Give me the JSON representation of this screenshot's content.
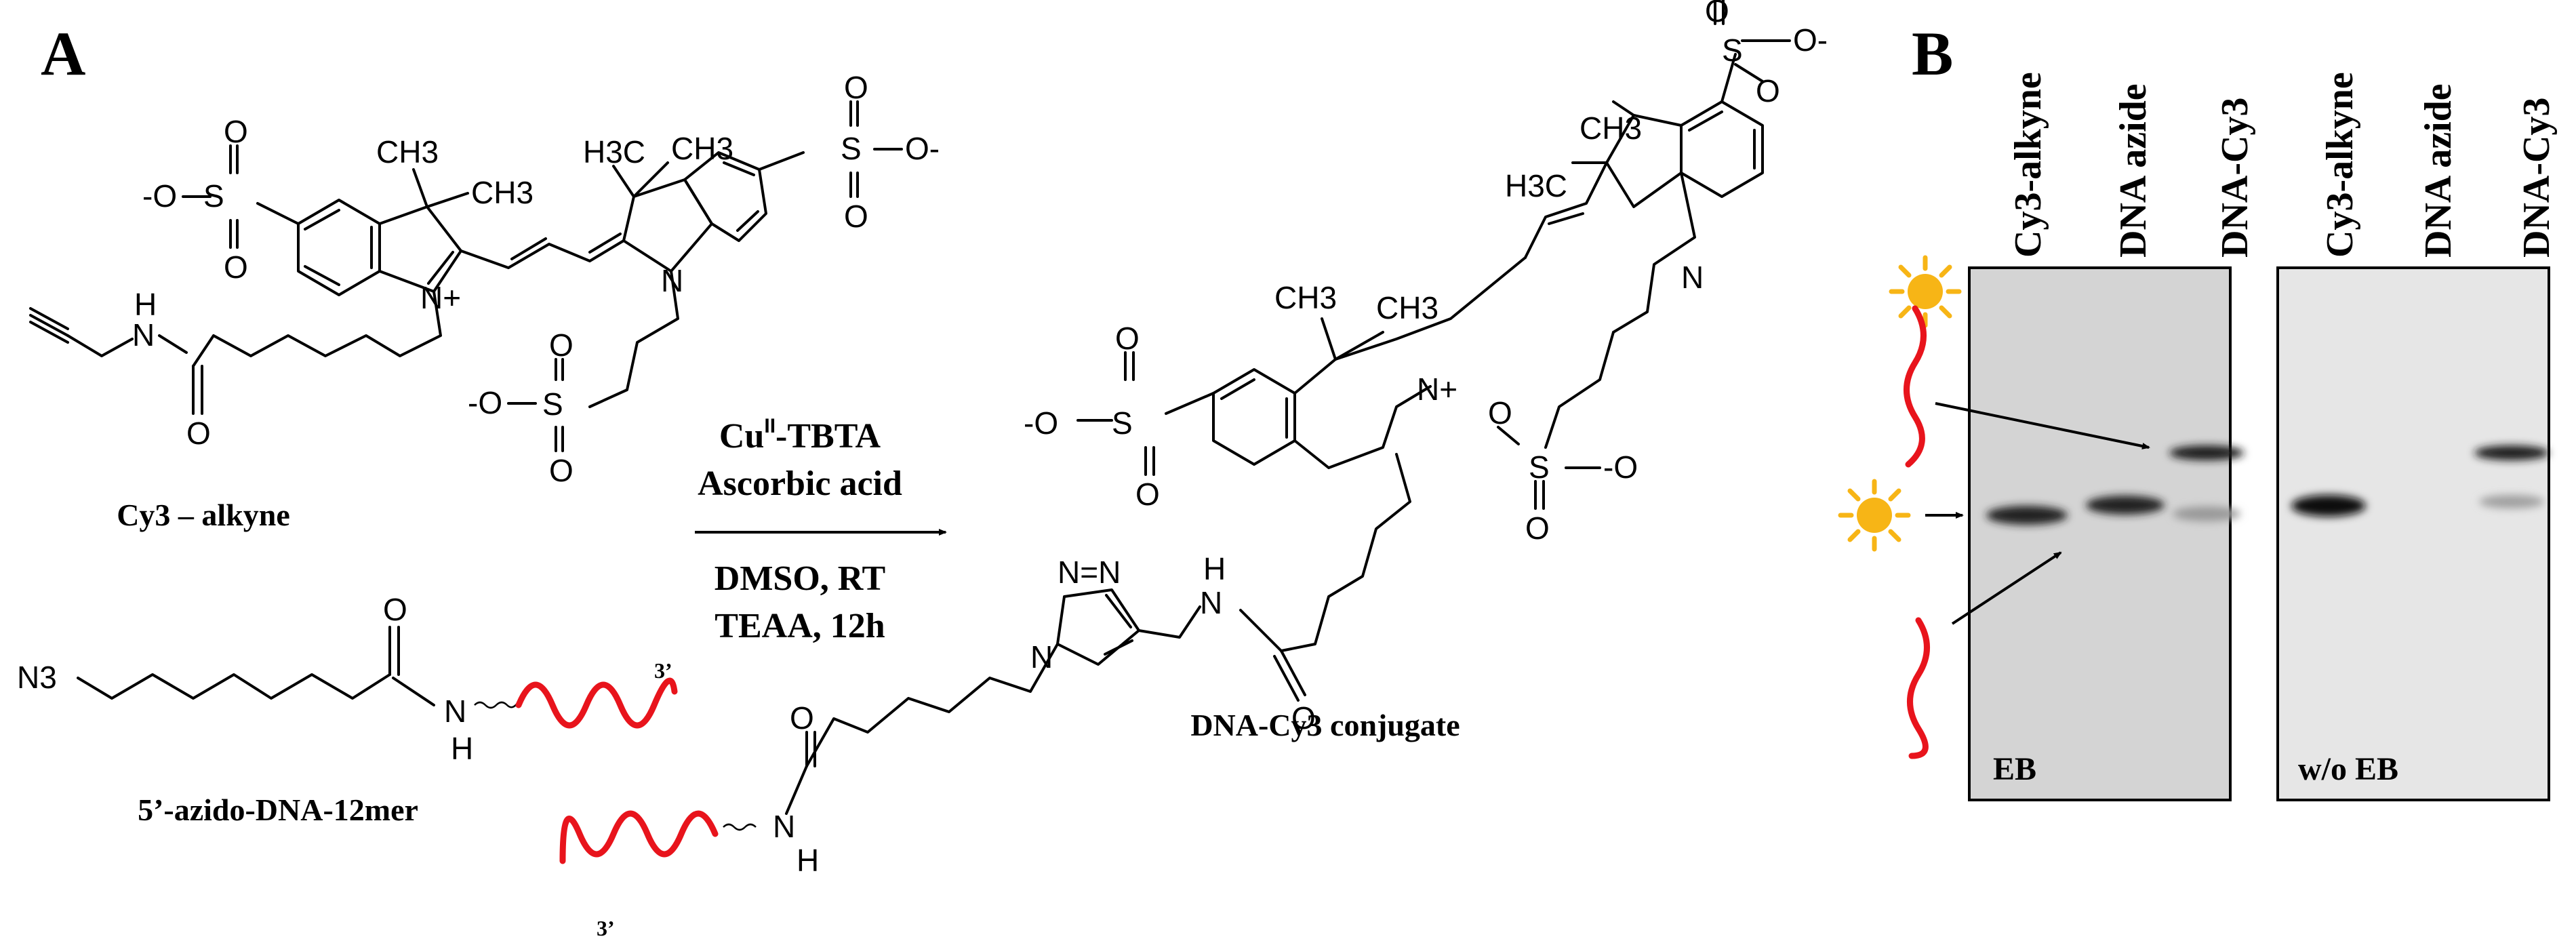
{
  "panels": {
    "a": "A",
    "b": "B"
  },
  "reactants": {
    "cy3_alkyne": "Cy3 – alkyne",
    "azido_dna": "5’-azido-DNA-12mer"
  },
  "product": {
    "label": "DNA-Cy3 conjugate"
  },
  "conditions": {
    "line1": "Cu",
    "line1_sup": "II",
    "line1_rest": "-TBTA",
    "line2": "Ascorbic acid",
    "line3": "DMSO, RT",
    "line4": "TEAA, 12h"
  },
  "atoms": {
    "sulfonate": "S",
    "oxygen": "O",
    "o_minus_left": "-O",
    "o_minus_right": "O-",
    "methyl": "CH3",
    "methyl_h": "H3C",
    "nitrogen": "N",
    "n_plus": "N+",
    "h": "H",
    "n3": "N3",
    "triazole_n": "N=N",
    "three_prime": "3’"
  },
  "gel": {
    "lanes": [
      "Cy3-alkyne",
      "DNA azide",
      "DNA-Cy3"
    ],
    "left_stain": "EB",
    "right_stain": "w/o EB",
    "left_fill": "#d4d4d4",
    "right_fill": "#e6e6e6"
  },
  "colors": {
    "dna": "#e8141c",
    "dye": "#f7b516"
  }
}
